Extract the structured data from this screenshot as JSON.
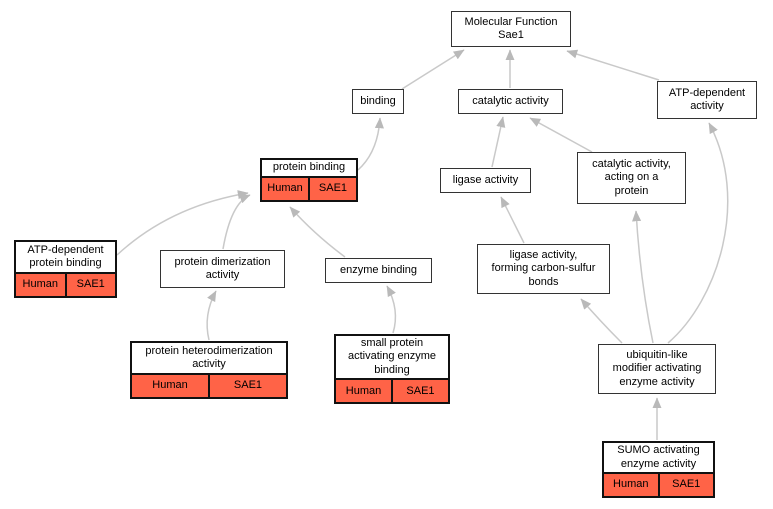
{
  "diagram": {
    "type": "gene-ontology-term-dag",
    "root_label": "Molecular Function\nSae1",
    "colors": {
      "annotation_fill": "#ff6347",
      "edge": "#c9c9c9",
      "arrowhead": "#b9b9b9",
      "node_border": "#333333",
      "background": "#ffffff"
    },
    "nodes": [
      {
        "id": "molecular-function",
        "label": "Molecular Function\nSae1",
        "annotation": null
      },
      {
        "id": "binding",
        "label": "binding",
        "annotation": null
      },
      {
        "id": "catalytic-activity",
        "label": "catalytic activity",
        "annotation": null
      },
      {
        "id": "atp-dependent-activity",
        "label": "ATP-dependent\nactivity",
        "annotation": null
      },
      {
        "id": "protein-binding",
        "label": "protein binding",
        "annotation": [
          "Human",
          "SAE1"
        ]
      },
      {
        "id": "ligase-activity",
        "label": "ligase activity",
        "annotation": null
      },
      {
        "id": "catalytic-activity-acting-on-a-protein",
        "label": "catalytic activity,\nacting on a\nprotein",
        "annotation": null
      },
      {
        "id": "atp-dependent-protein-binding",
        "label": "ATP-dependent\nprotein binding",
        "annotation": [
          "Human",
          "SAE1"
        ]
      },
      {
        "id": "protein-dimerization-activity",
        "label": "protein dimerization\nactivity",
        "annotation": null
      },
      {
        "id": "enzyme-binding",
        "label": "enzyme binding",
        "annotation": null
      },
      {
        "id": "ligase-activity-forming-carbon-sulfur-bonds",
        "label": "ligase activity,\nforming carbon-sulfur\nbonds",
        "annotation": null
      },
      {
        "id": "protein-heterodimerization-activity",
        "label": "protein heterodimerization\nactivity",
        "annotation": [
          "Human",
          "SAE1"
        ]
      },
      {
        "id": "small-protein-activating-enzyme-binding",
        "label": "small protein\nactivating enzyme\nbinding",
        "annotation": [
          "Human",
          "SAE1"
        ]
      },
      {
        "id": "ubiquitin-like-modifier-activating-enzyme-activity",
        "label": "ubiquitin-like\nmodifier activating\nenzyme activity",
        "annotation": null
      },
      {
        "id": "sumo-activating-enzyme-activity",
        "label": "SUMO activating\nenzyme activity",
        "annotation": [
          "Human",
          "SAE1"
        ]
      }
    ],
    "edges": [
      {
        "from": "binding",
        "to": "molecular-function"
      },
      {
        "from": "catalytic-activity",
        "to": "molecular-function"
      },
      {
        "from": "atp-dependent-activity",
        "to": "molecular-function"
      },
      {
        "from": "protein-binding",
        "to": "binding"
      },
      {
        "from": "ligase-activity",
        "to": "catalytic-activity"
      },
      {
        "from": "catalytic-activity-acting-on-a-protein",
        "to": "catalytic-activity"
      },
      {
        "from": "atp-dependent-protein-binding",
        "to": "protein-binding"
      },
      {
        "from": "protein-dimerization-activity",
        "to": "protein-binding"
      },
      {
        "from": "enzyme-binding",
        "to": "protein-binding"
      },
      {
        "from": "ligase-activity-forming-carbon-sulfur-bonds",
        "to": "ligase-activity"
      },
      {
        "from": "protein-heterodimerization-activity",
        "to": "protein-dimerization-activity"
      },
      {
        "from": "small-protein-activating-enzyme-binding",
        "to": "enzyme-binding"
      },
      {
        "from": "ubiquitin-like-modifier-activating-enzyme-activity",
        "to": "ligase-activity-forming-carbon-sulfur-bonds"
      },
      {
        "from": "ubiquitin-like-modifier-activating-enzyme-activity",
        "to": "catalytic-activity-acting-on-a-protein"
      },
      {
        "from": "ubiquitin-like-modifier-activating-enzyme-activity",
        "to": "atp-dependent-activity"
      },
      {
        "from": "sumo-activating-enzyme-activity",
        "to": "ubiquitin-like-modifier-activating-enzyme-activity"
      }
    ]
  }
}
